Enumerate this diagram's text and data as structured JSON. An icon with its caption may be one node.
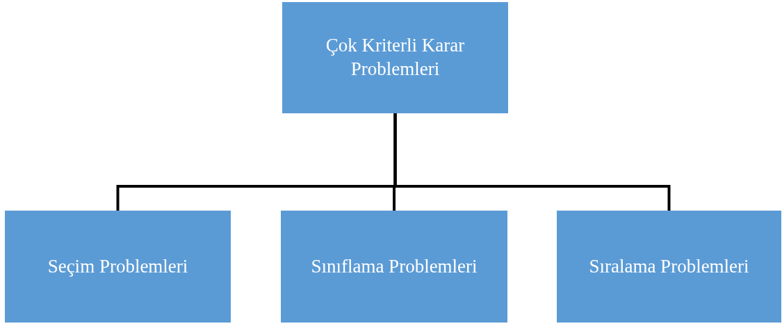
{
  "diagram": {
    "nodes": [
      {
        "text": [
          "Çok Kriterli Karar Problemleri"
        ]
      },
      {
        "text": [
          "Seçim Problemleri"
        ]
      },
      {
        "text": [
          "Sınıflama Problemleri"
        ]
      },
      {
        "text": [
          "Sıralama Problemleri"
        ]
      }
    ],
    "edges": [
      {
        "from": 0,
        "to": 1,
        "arrow": "none"
      },
      {
        "from": 0,
        "to": 2,
        "arrow": "none"
      },
      {
        "from": 0,
        "to": 3,
        "arrow": "none"
      }
    ]
  }
}
